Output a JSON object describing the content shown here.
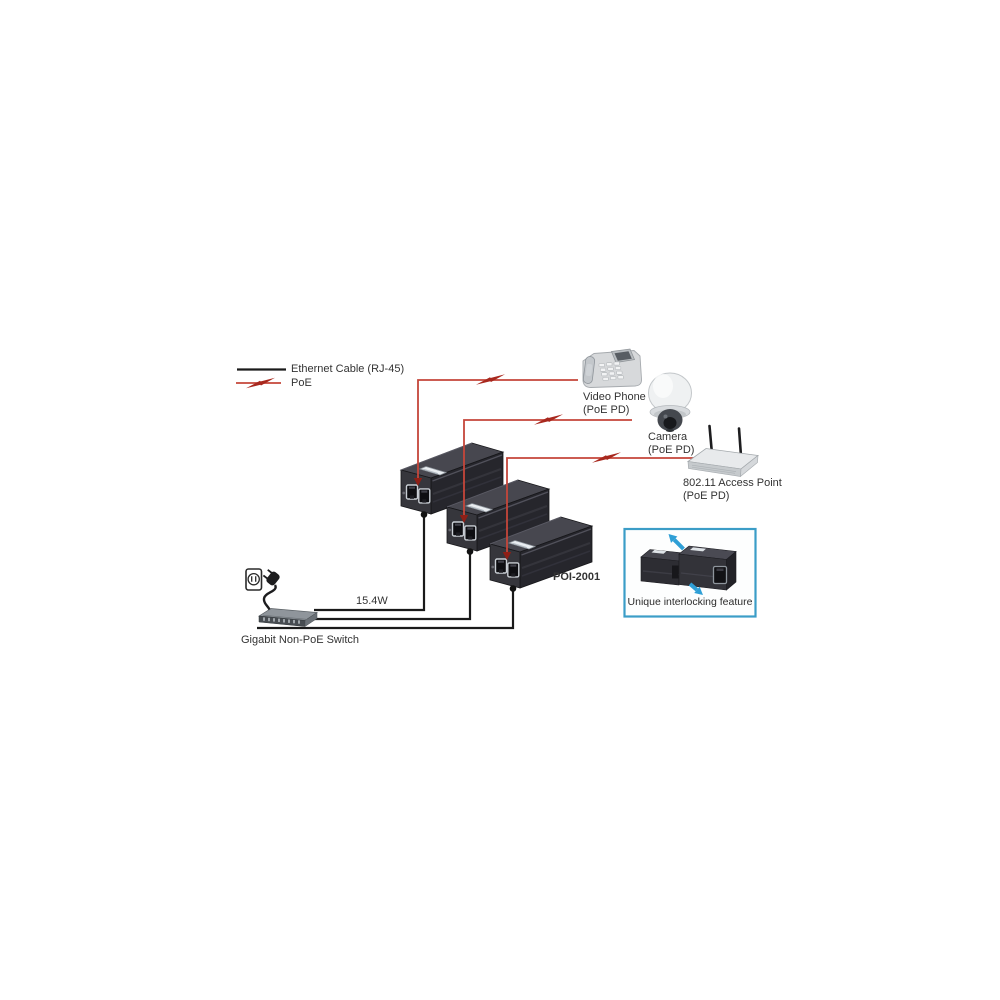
{
  "legend": {
    "ethernet": {
      "label": "Ethernet Cable (RJ-45)"
    },
    "poe": {
      "label": "PoE"
    }
  },
  "endpoints": {
    "video_phone": {
      "name": "Video Phone",
      "type": "(PoE PD)"
    },
    "camera": {
      "name": "Camera",
      "type": "(PoE PD)"
    },
    "access_point": {
      "name": "802.11 Access Point",
      "type": "(PoE PD)"
    }
  },
  "injector": {
    "model": "POI-2001",
    "count": 3
  },
  "switch": {
    "label": "Gigabit Non-PoE Switch"
  },
  "power": {
    "budget": "15.4W"
  },
  "callout": {
    "caption": "Unique interlocking feature"
  },
  "colors": {
    "poe_line": "#c5463a",
    "poe_bolt": "#a8281e",
    "ethernet_line": "#1a1a1a",
    "callout_border": "#3b9dc7",
    "callout_arrow": "#2f9fd6",
    "injector_body": "#36363c"
  }
}
